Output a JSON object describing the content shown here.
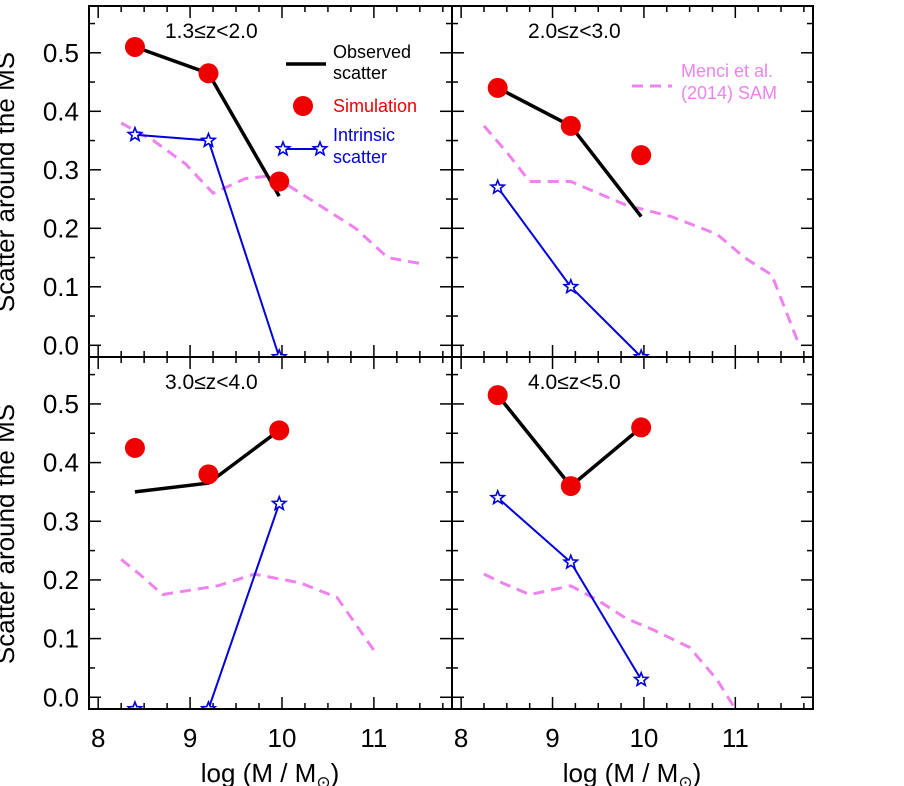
{
  "chart_data": {
    "type": "line",
    "ylabel": "Scatter around the MS",
    "xlabel": "log (M / M",
    "xlabel_sub": "⊙",
    "xlabel_close": ")",
    "xlim": [
      7.9,
      11.85
    ],
    "ylim": [
      -0.02,
      0.58
    ],
    "xticks": [
      8,
      9,
      10,
      11
    ],
    "yticks": [
      0.0,
      0.1,
      0.2,
      0.3,
      0.4,
      0.5
    ],
    "ytick_labels": [
      "0.0",
      "0.1",
      "0.2",
      "0.3",
      "0.4",
      "0.5"
    ],
    "xtick_labels": [
      "8",
      "9",
      "10",
      "11"
    ],
    "colors": {
      "observed": "#000000",
      "simulation": "#ee0000",
      "intrinsic": "#0000dd",
      "sam": "#ee82ee"
    },
    "legend": {
      "observed": [
        "Observed",
        "scatter"
      ],
      "simulation": [
        "Simulation"
      ],
      "intrinsic": [
        "Intrinsic",
        "scatter"
      ],
      "sam": [
        "Menci et al.",
        "(2014) SAM"
      ]
    },
    "panels": [
      {
        "label": "1.3≤z<2.0",
        "observed": {
          "x": [
            8.4,
            9.2,
            9.97
          ],
          "y": [
            0.51,
            0.465,
            0.255
          ]
        },
        "simulation": {
          "x": [
            8.4,
            9.2,
            9.97
          ],
          "y": [
            0.51,
            0.465,
            0.28
          ]
        },
        "intrinsic": {
          "x": [
            8.4,
            9.2,
            9.97
          ],
          "y": [
            0.36,
            0.35,
            -0.02
          ]
        },
        "sam": {
          "x": [
            8.25,
            8.6,
            8.95,
            9.25,
            9.6,
            9.9,
            10.3,
            10.8,
            11.15,
            11.5
          ],
          "y": [
            0.38,
            0.35,
            0.31,
            0.26,
            0.285,
            0.29,
            0.25,
            0.2,
            0.15,
            0.14
          ]
        }
      },
      {
        "label": "2.0≤z<3.0",
        "observed": {
          "x": [
            8.4,
            9.2,
            9.97
          ],
          "y": [
            0.44,
            0.375,
            0.22
          ]
        },
        "simulation": {
          "x": [
            8.4,
            9.2,
            9.97
          ],
          "y": [
            0.44,
            0.375,
            0.325
          ]
        },
        "intrinsic": {
          "x": [
            8.4,
            9.2,
            9.97
          ],
          "y": [
            0.27,
            0.1,
            -0.02
          ]
        },
        "sam": {
          "x": [
            8.25,
            8.5,
            8.75,
            9.2,
            9.5,
            9.8,
            10.3,
            10.8,
            11.1,
            11.4,
            11.7
          ],
          "y": [
            0.375,
            0.33,
            0.28,
            0.28,
            0.26,
            0.24,
            0.22,
            0.19,
            0.15,
            0.12,
            0.0
          ]
        }
      },
      {
        "label": "3.0≤z<4.0",
        "observed": {
          "x": [
            8.4,
            9.2,
            9.97
          ],
          "y": [
            0.35,
            0.365,
            0.455
          ]
        },
        "simulation": {
          "x": [
            8.4,
            9.2,
            9.97
          ],
          "y": [
            0.425,
            0.38,
            0.455
          ]
        },
        "intrinsic": {
          "x": [
            8.4,
            9.2,
            9.97
          ],
          "y": [
            -0.02,
            -0.02,
            0.33
          ]
        },
        "sam": {
          "x": [
            8.25,
            8.45,
            8.7,
            9.1,
            9.3,
            9.7,
            10.2,
            10.6,
            11.0
          ],
          "y": [
            0.235,
            0.21,
            0.175,
            0.185,
            0.19,
            0.21,
            0.195,
            0.17,
            0.08
          ]
        }
      },
      {
        "label": "4.0≤z<5.0",
        "observed": {
          "x": [
            8.4,
            9.2,
            9.97
          ],
          "y": [
            0.515,
            0.36,
            0.46
          ]
        },
        "simulation": {
          "x": [
            8.4,
            9.2,
            9.97
          ],
          "y": [
            0.515,
            0.36,
            0.46
          ]
        },
        "intrinsic": {
          "x": [
            8.4,
            9.2,
            9.97
          ],
          "y": [
            0.34,
            0.23,
            0.03
          ]
        },
        "sam": {
          "x": [
            8.25,
            8.45,
            8.75,
            9.2,
            9.5,
            9.8,
            10.1,
            10.5,
            10.8,
            11.0
          ],
          "y": [
            0.21,
            0.195,
            0.175,
            0.19,
            0.165,
            0.135,
            0.115,
            0.085,
            0.03,
            -0.02
          ]
        }
      }
    ]
  }
}
